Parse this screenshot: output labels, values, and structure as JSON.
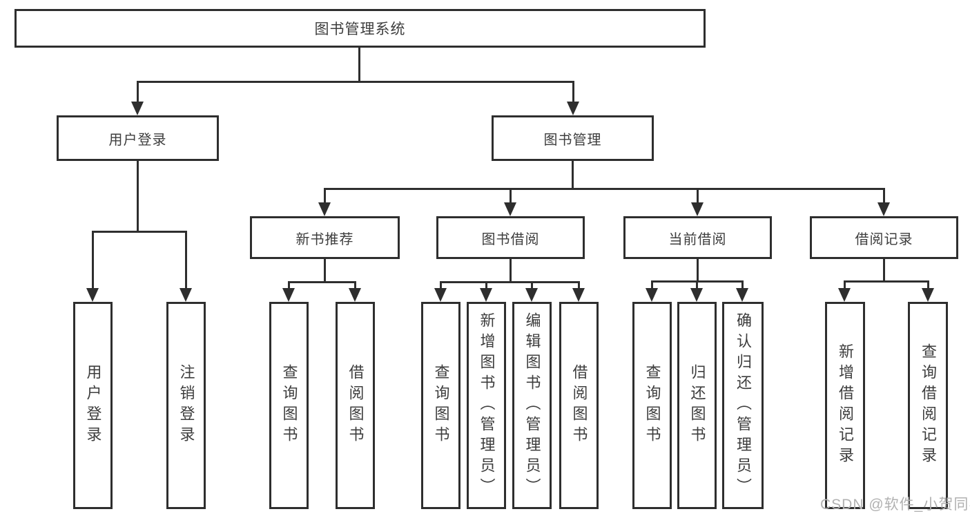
{
  "diagram": {
    "label": "图书管理系统",
    "children": [
      {
        "label": "用户登录",
        "children": [
          {
            "label": "用户登录"
          },
          {
            "label": "注销登录"
          }
        ]
      },
      {
        "label": "图书管理",
        "children": [
          {
            "label": "新书推荐",
            "children": [
              {
                "label": "查询图书"
              },
              {
                "label": "借阅图书"
              }
            ]
          },
          {
            "label": "图书借阅",
            "children": [
              {
                "label": "查询图书"
              },
              {
                "label": "新增图书（管理员）"
              },
              {
                "label": "编辑图书（管理员）"
              },
              {
                "label": "借阅图书"
              }
            ]
          },
          {
            "label": "当前借阅",
            "children": [
              {
                "label": "查询图书"
              },
              {
                "label": "归还图书"
              },
              {
                "label": "确认归还（管理员）"
              }
            ]
          },
          {
            "label": "借阅记录",
            "children": [
              {
                "label": "新增借阅记录"
              },
              {
                "label": "查询借阅记录"
              }
            ]
          }
        ]
      }
    ]
  },
  "watermark": "CSDN @软件_小贺同学",
  "colors": {
    "line": "#2e2e2e",
    "text": "#3d3d3d",
    "watermark": "#b1b1b1",
    "background": "#ffffff"
  }
}
